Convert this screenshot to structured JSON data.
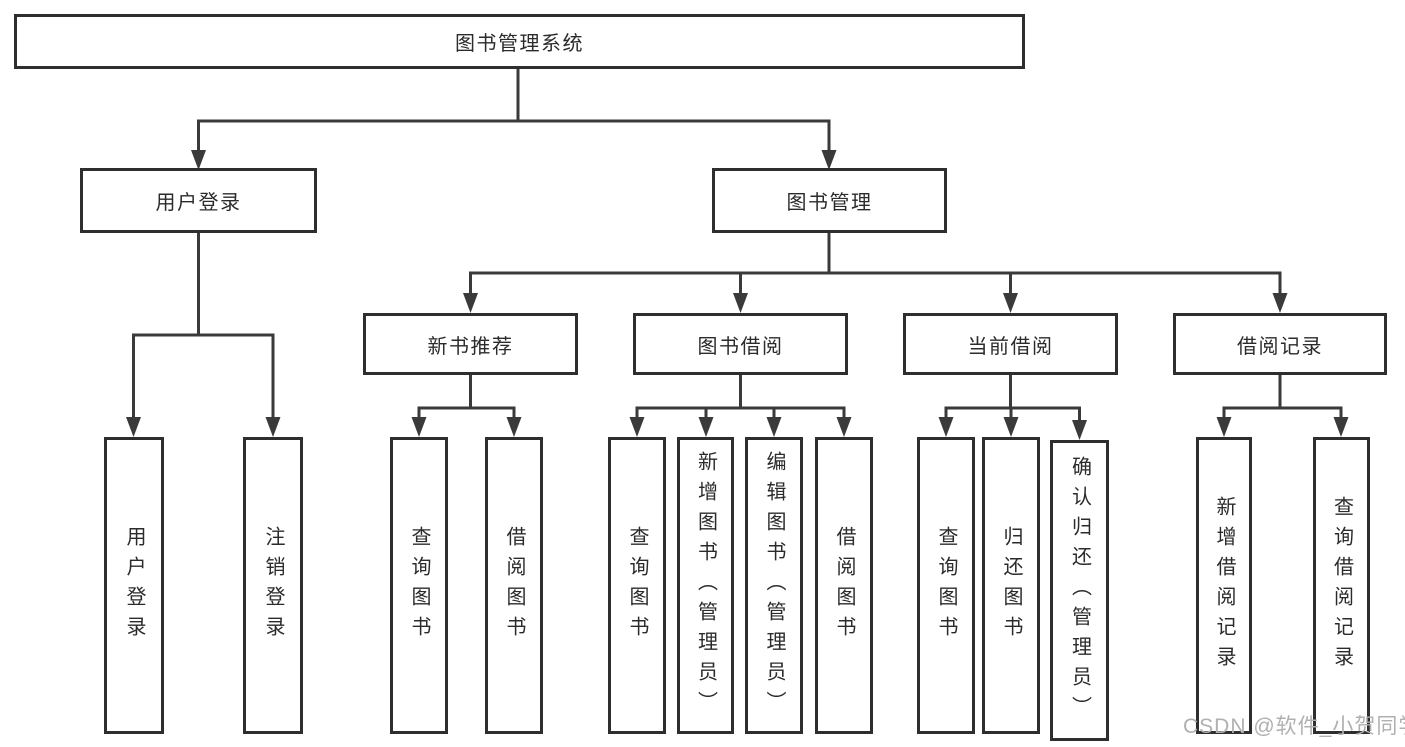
{
  "diagram": {
    "root": {
      "label": "图书管理系统"
    },
    "branches": [
      {
        "label": "用户登录",
        "children": [
          {
            "label": "用户登录"
          },
          {
            "label": "注销登录"
          }
        ]
      },
      {
        "label": "图书管理",
        "groups": [
          {
            "label": "新书推荐",
            "children": [
              {
                "label": "查询图书"
              },
              {
                "label": "借阅图书"
              }
            ]
          },
          {
            "label": "图书借阅",
            "children": [
              {
                "label": "查询图书"
              },
              {
                "label": "新增图书（管理员）"
              },
              {
                "label": "编辑图书（管理员）"
              },
              {
                "label": "借阅图书"
              }
            ]
          },
          {
            "label": "当前借阅",
            "children": [
              {
                "label": "查询图书"
              },
              {
                "label": "归还图书"
              },
              {
                "label": "确认归还（管理员）"
              }
            ]
          },
          {
            "label": "借阅记录",
            "children": [
              {
                "label": "新增借阅记录"
              },
              {
                "label": "查询借阅记录"
              }
            ]
          }
        ]
      }
    ]
  },
  "watermark": {
    "text": "CSDN @软件_小贺同学"
  },
  "colors": {
    "line": "#3a3a3a",
    "box_border": "#2e2e2e",
    "box_fill": "#ffffff",
    "text": "#2b2b2b",
    "watermark": "#b0b0b0",
    "background": "#ffffff"
  }
}
